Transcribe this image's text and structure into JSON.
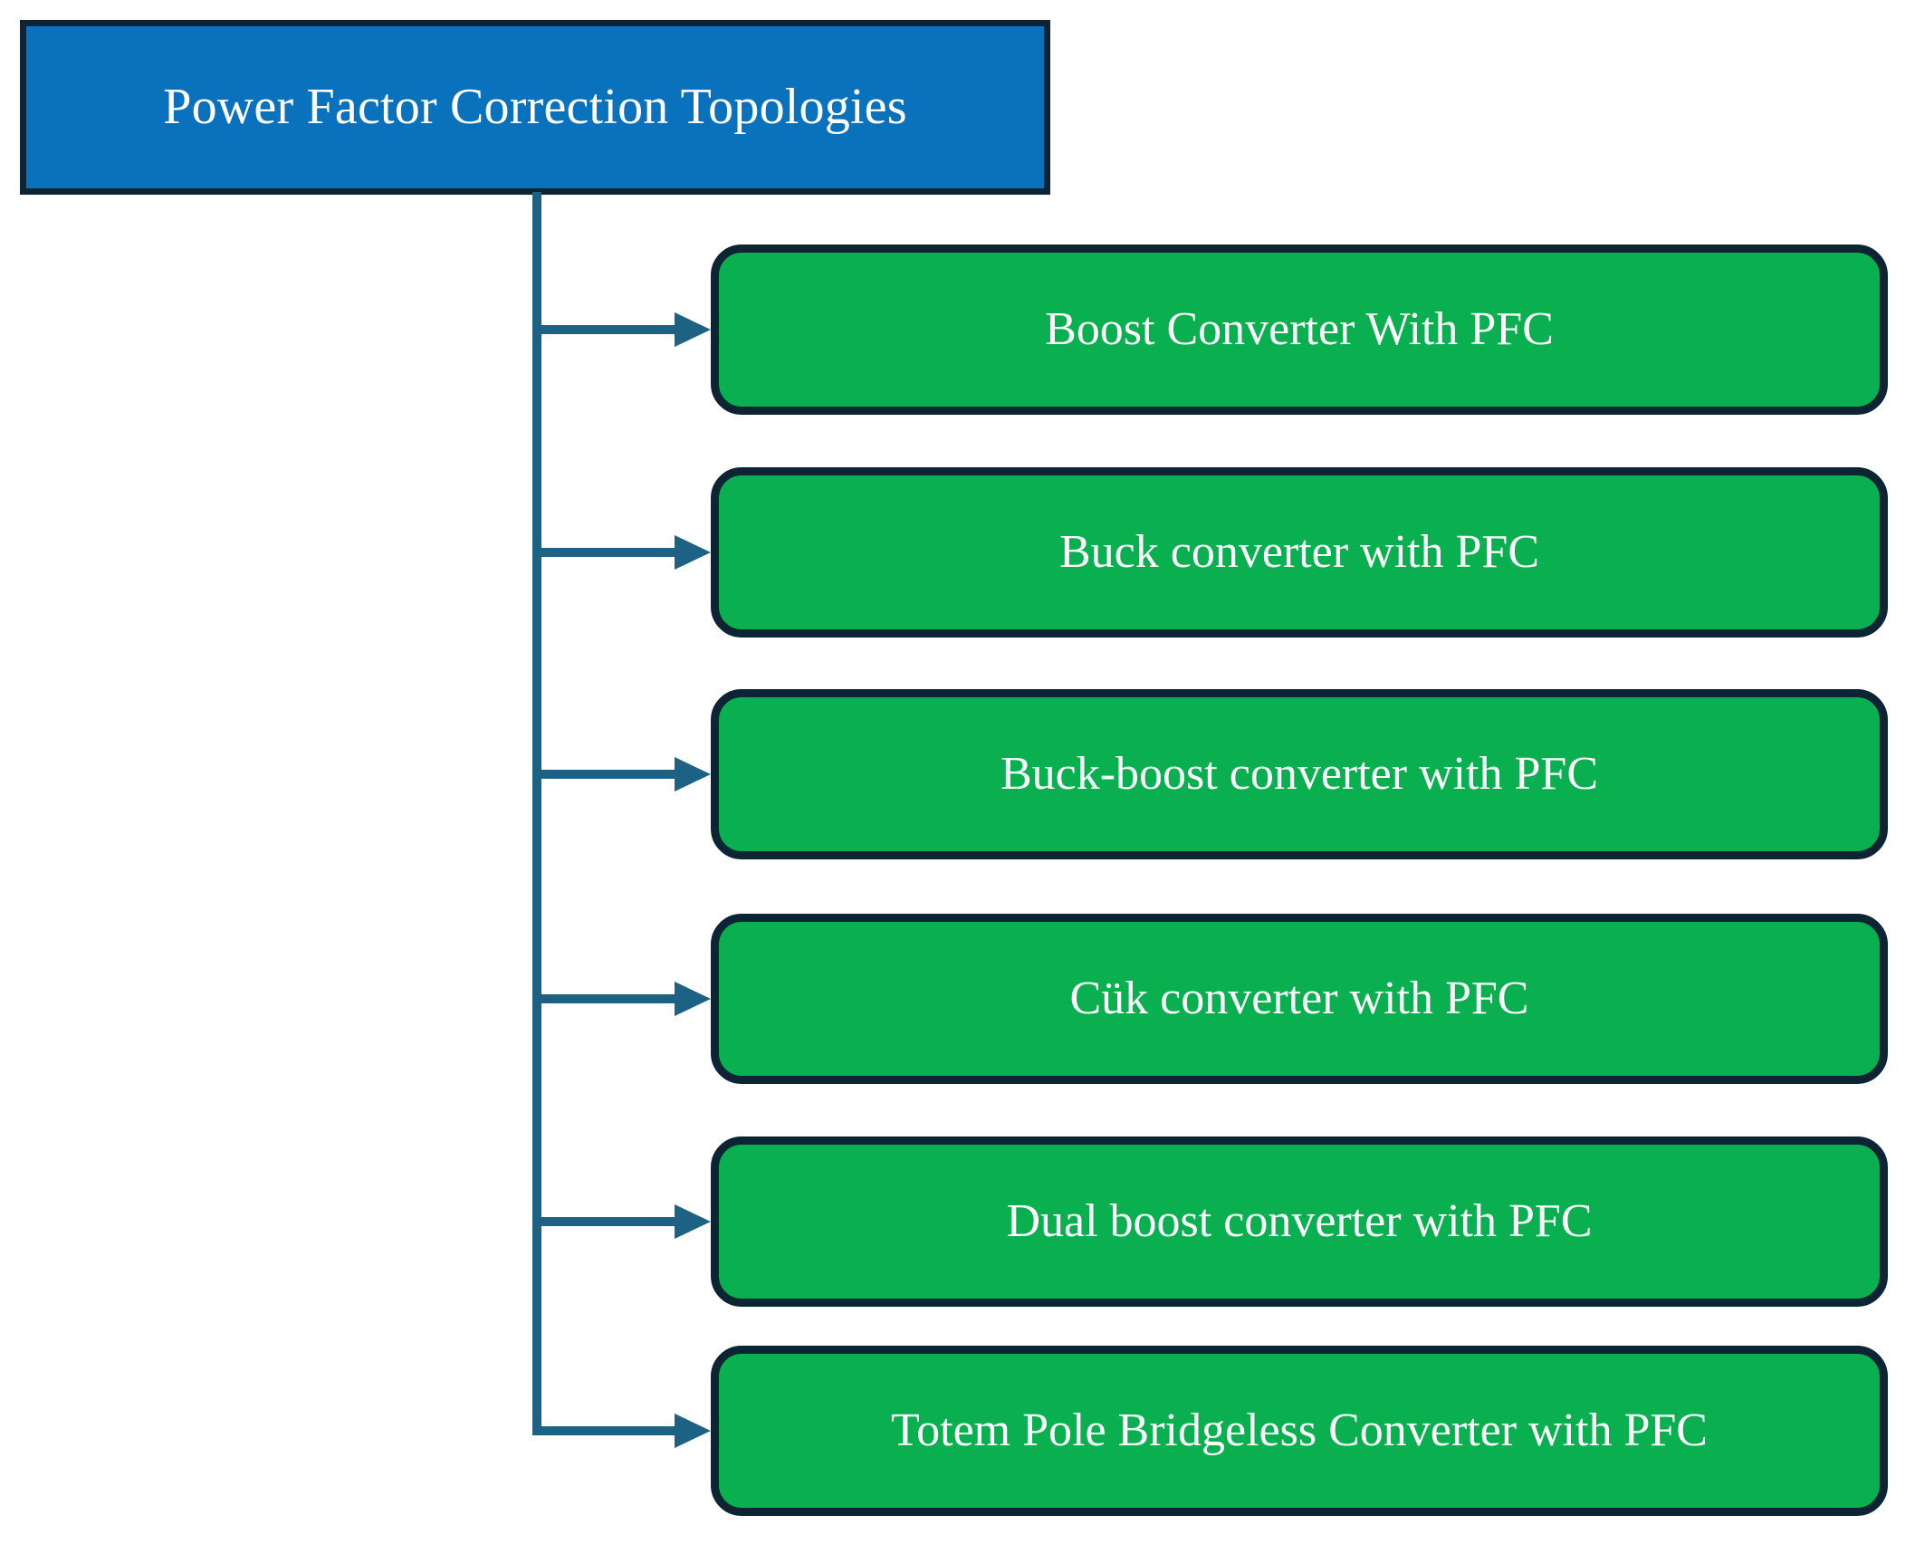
{
  "diagram": {
    "type": "tree-hierarchy",
    "orientation": "left-root-to-right-leaves",
    "root": {
      "label": "Power Factor Correction Topologies",
      "fill_color": "#0a72bd",
      "border_color": "#0c2433",
      "text_color": "#ffffff"
    },
    "connector": {
      "color": "#1d6185",
      "style": "orthogonal-elbow-with-arrowheads"
    },
    "leaf_style": {
      "fill_color": "#0ab04f",
      "border_color": "#0c2433",
      "text_color": "#ffffff",
      "shape": "rounded-rectangle"
    },
    "leaves": [
      {
        "label": "Boost Converter With PFC"
      },
      {
        "label": "Buck converter with PFC"
      },
      {
        "label": "Buck-boost converter with PFC"
      },
      {
        "label": "Cük converter with PFC"
      },
      {
        "label": "Dual boost converter with PFC"
      },
      {
        "label": "Totem Pole Bridgeless Converter with PFC"
      }
    ]
  }
}
